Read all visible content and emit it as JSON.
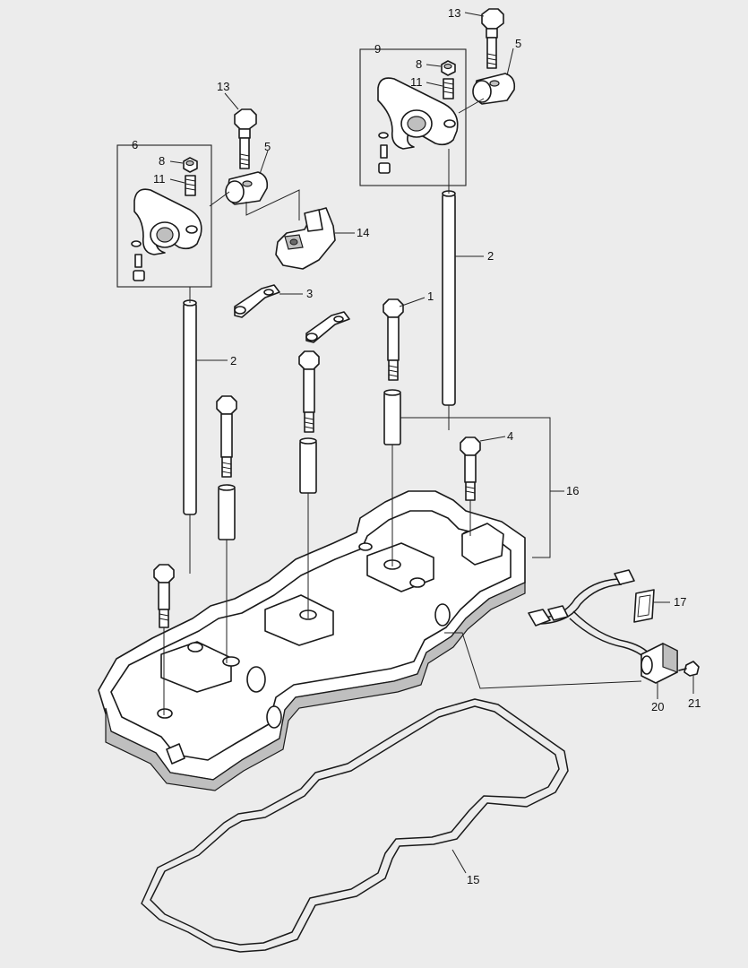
{
  "callouts": {
    "c1": "1",
    "c2a": "2",
    "c2b": "2",
    "c3": "3",
    "c4": "4",
    "c5a": "5",
    "c5b": "5",
    "c6": "6",
    "c8a": "8",
    "c8b": "8",
    "c9": "9",
    "c11a": "11",
    "c11b": "11",
    "c13a": "13",
    "c13b": "13",
    "c14": "14",
    "c15": "15",
    "c16": "16",
    "c17": "17",
    "c20": "20",
    "c21": "21"
  }
}
